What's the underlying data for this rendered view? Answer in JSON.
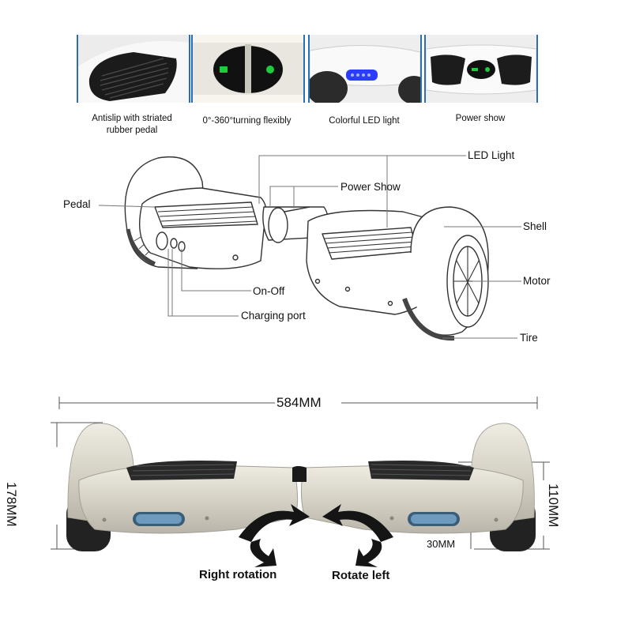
{
  "features": [
    {
      "caption_line1": "Antislip with striated",
      "caption_line2": "rubber pedal",
      "icon": "rubber-pedal-photo"
    },
    {
      "caption_line1": "0°-360°turning flexibly",
      "caption_line2": "",
      "icon": "turning-center-photo"
    },
    {
      "caption_line1": "Colorful LED light",
      "caption_line2": "",
      "icon": "led-light-photo"
    },
    {
      "caption_line1": "Power show",
      "caption_line2": "",
      "icon": "power-show-photo"
    }
  ],
  "diagram_labels": {
    "led_light": "LED Light",
    "power_show": "Power Show",
    "pedal": "Pedal",
    "shell": "Shell",
    "motor": "Motor",
    "tire": "Tire",
    "on_off": "On-Off",
    "charging_port": "Charging port"
  },
  "dimensions": {
    "length": "584MM",
    "height": "178MM",
    "body_height": "110MM",
    "clearance": "30MM"
  },
  "rotation": {
    "right": "Right rotation",
    "left": "Rotate left"
  },
  "colors": {
    "thumb_border": "#2a6fb5",
    "led_green": "#1ecb3a",
    "led_blue": "#2a3cff",
    "body_silver": "#d9d6cc",
    "line_gray": "#777777"
  }
}
